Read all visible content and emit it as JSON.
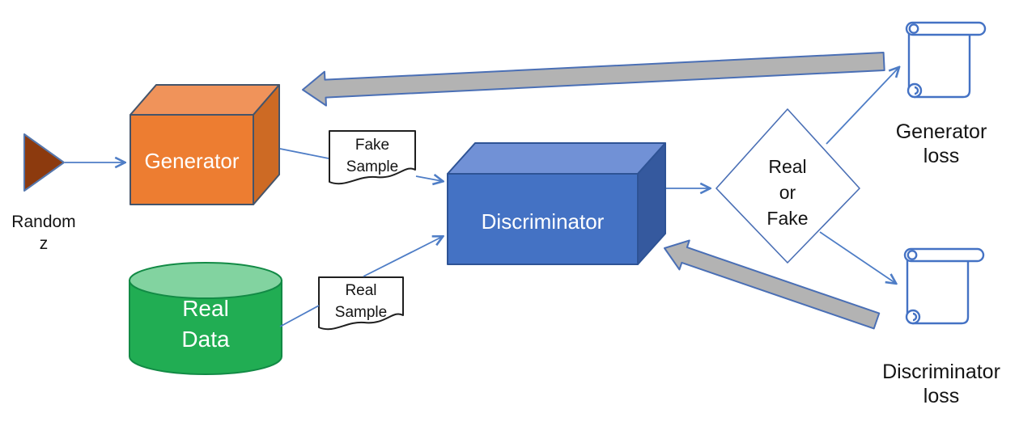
{
  "labels": {
    "random_z": {
      "line1": "Random",
      "line2": "z"
    },
    "generator": {
      "text": "Generator"
    },
    "fake_sample": {
      "line1": "Fake",
      "line2": "Sample"
    },
    "real_data": {
      "line1": "Real",
      "line2": "Data"
    },
    "real_sample": {
      "line1": "Real",
      "line2": "Sample"
    },
    "discriminator": {
      "text": "Discriminator"
    },
    "real_or_fake": {
      "line1": "Real",
      "line2": "or",
      "line3": "Fake"
    },
    "generator_loss": {
      "line1": "Generator",
      "line2": "loss"
    },
    "discriminator_loss": {
      "line1": "Discriminator",
      "line2": "loss"
    }
  },
  "colors": {
    "generator_front": "#ED7D31",
    "generator_top": "#F0935A",
    "generator_side": "#CD6A24",
    "discriminator_front": "#4472C4",
    "discriminator_top": "#7191D6",
    "discriminator_side": "#35599E",
    "cylinder_body": "#21AD53",
    "cylinder_top": "#82D3A0",
    "triangle_fill": "#8C3A0E",
    "connector_blue": "#4E7DC6",
    "block_arrow_gray": "#B3B3B3",
    "block_arrow_edge": "#4A6FB5",
    "document_fill": "#FFFFFF",
    "scroll_outline": "#4472C4",
    "text_dark": "#141414",
    "text_light": "#FFFFFF"
  }
}
